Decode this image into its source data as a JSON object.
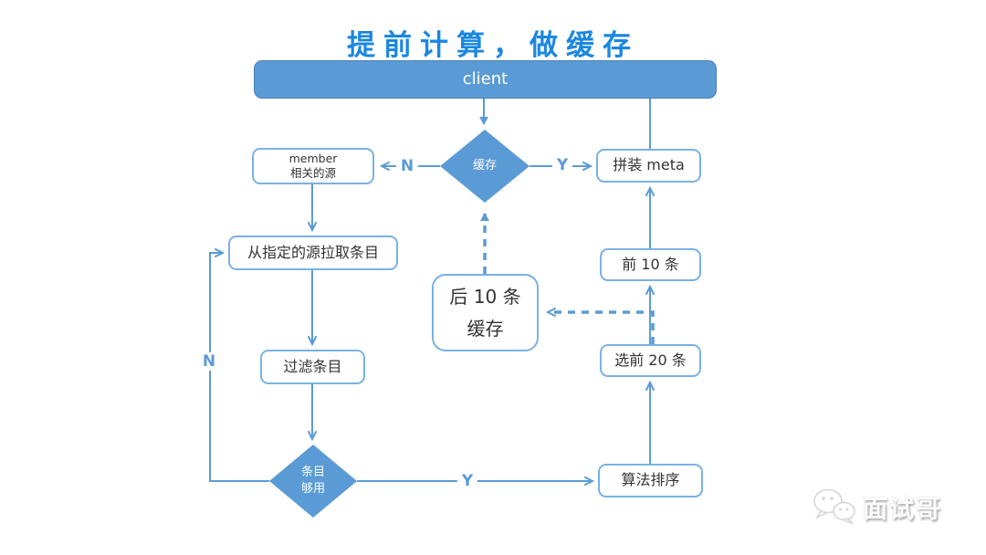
{
  "title": "提前计算，做缓存",
  "colors": {
    "accent": "#5b9bd5",
    "title_blue": "#1b87e0",
    "node_border": "#79b1e3",
    "node_text": "#333333"
  },
  "nodes": {
    "client": {
      "label": "client"
    },
    "cache_decision": {
      "label": "缓存"
    },
    "member_source": {
      "line1": "member",
      "line2": "相关的源"
    },
    "assemble_meta": {
      "label": "拼装 meta"
    },
    "pull_entries": {
      "label": "从指定的源拉取条目"
    },
    "filter_entries": {
      "label": "过滤条目"
    },
    "enough_decision": {
      "line1": "条目",
      "line2": "够用"
    },
    "cache_back10": {
      "line1": "后 10 条",
      "line2": "缓存"
    },
    "first10": {
      "label": "前 10 条"
    },
    "pick20": {
      "label": "选前 20 条"
    },
    "algo_sort": {
      "label": "算法排序"
    }
  },
  "edge_labels": {
    "cache_no": "N",
    "cache_yes": "Y",
    "loop_no": "N",
    "enough_yes": "Y"
  },
  "watermark": {
    "text": "面试哥"
  }
}
